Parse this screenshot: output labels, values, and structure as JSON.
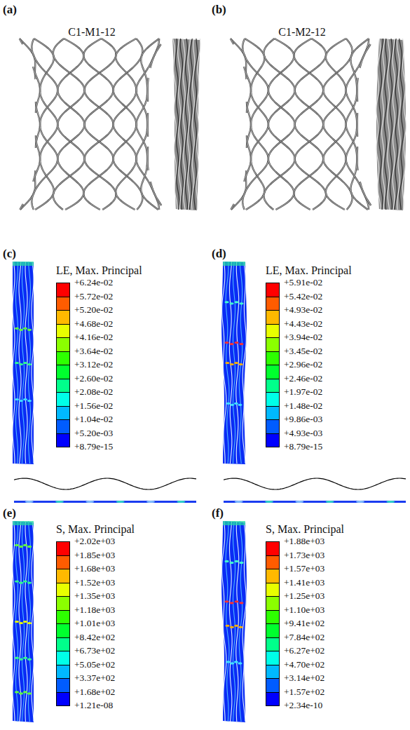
{
  "diagram": {
    "labels": [
      "(a)",
      "C1-M1-12",
      "(b)",
      "C1-M2-12",
      "(c)",
      "LE, Max. Principal",
      "(d)",
      "LE, Max. Principal",
      "(e)",
      "S, Max. Principal",
      "(f)",
      "S, Max. Principal"
    ],
    "legend": [
      {
        "text": "+6.24e-02",
        "color": "#ff0000"
      },
      {
        "text": "+5.72e-02",
        "color": "#ff5c00"
      },
      {
        "text": "+5.20e-02",
        "color": "#ffb900"
      },
      {
        "text": "+4.68e-02",
        "color": "#e8ff00"
      },
      {
        "text": "+4.16e-02",
        "color": "#8bff00"
      },
      {
        "text": "+3.64e-02",
        "color": "#2eff00"
      },
      {
        "text": "+3.12e-02",
        "color": "#00ff2e"
      },
      {
        "text": "+2.60e-02",
        "color": "#00ff8b"
      },
      {
        "text": "+2.08e-02",
        "color": "#00ffe8"
      },
      {
        "text": "+1.56e-02",
        "color": "#00b9ff"
      },
      {
        "text": "+1.04e-02",
        "color": "#005cff"
      },
      {
        "text": "+5.20e-03",
        "color": "#0000ff"
      },
      {
        "text": "+8.79e-15"
      },
      {
        "text": "+5.91e-02",
        "color": "#ff0000"
      },
      {
        "text": "+5.42e-02",
        "color": "#ff5c00"
      },
      {
        "text": "+4.93e-02",
        "color": "#ffb900"
      },
      {
        "text": "+4.43e-02",
        "color": "#e8ff00"
      },
      {
        "text": "+3.94e-02",
        "color": "#8bff00"
      },
      {
        "text": "+3.45e-02",
        "color": "#2eff00"
      },
      {
        "text": "+2.96e-02",
        "color": "#00ff2e"
      },
      {
        "text": "+2.46e-02",
        "color": "#00ff8b"
      },
      {
        "text": "+1.97e-02",
        "color": "#00ffe8"
      },
      {
        "text": "+1.48e-02",
        "color": "#00b9ff"
      },
      {
        "text": "+9.86e-03",
        "color": "#005cff"
      },
      {
        "text": "+4.93e-03",
        "color": "#0000ff"
      },
      {
        "text": "+8.79e-15"
      },
      {
        "text": "+2.02e+03",
        "color": "#ff0000"
      },
      {
        "text": "+1.85e+03",
        "color": "#ff5c00"
      },
      {
        "text": "+1.68e+03",
        "color": "#ffb900"
      },
      {
        "text": "+1.52e+03",
        "color": "#e8ff00"
      },
      {
        "text": "+1.35e+03",
        "color": "#8bff00"
      },
      {
        "text": "+1.18e+03",
        "color": "#2eff00"
      },
      {
        "text": "+1.01e+03",
        "color": "#00ff2e"
      },
      {
        "text": "+8.42e+02",
        "color": "#00ff8b"
      },
      {
        "text": "+6.73e+02",
        "color": "#00ffe8"
      },
      {
        "text": "+5.05e+02",
        "color": "#00b9ff"
      },
      {
        "text": "+3.37e+02",
        "color": "#005cff"
      },
      {
        "text": "+1.68e+02",
        "color": "#0000ff"
      },
      {
        "text": "+1.21e-08"
      },
      {
        "text": "+1.88e+03",
        "color": "#ff0000"
      },
      {
        "text": "+1.73e+03",
        "color": "#ff5c00"
      },
      {
        "text": "+1.57e+03",
        "color": "#ffb900"
      },
      {
        "text": "+1.41e+03",
        "color": "#e8ff00"
      },
      {
        "text": "+1.25e+03",
        "color": "#8bff00"
      },
      {
        "text": "+1.10e+03",
        "color": "#2eff00"
      },
      {
        "text": "+9.41e+02",
        "color": "#00ff2e"
      },
      {
        "text": "+7.84e+02",
        "color": "#00ff8b"
      },
      {
        "text": "+6.27e+02",
        "color": "#00ffe8"
      },
      {
        "text": "+4.70e+02",
        "color": "#00b9ff"
      },
      {
        "text": "+3.14e+02",
        "color": "#005cff"
      },
      {
        "text": "+1.57e+02",
        "color": "#0000ff"
      },
      {
        "text": "+2.34e-10"
      }
    ]
  }
}
